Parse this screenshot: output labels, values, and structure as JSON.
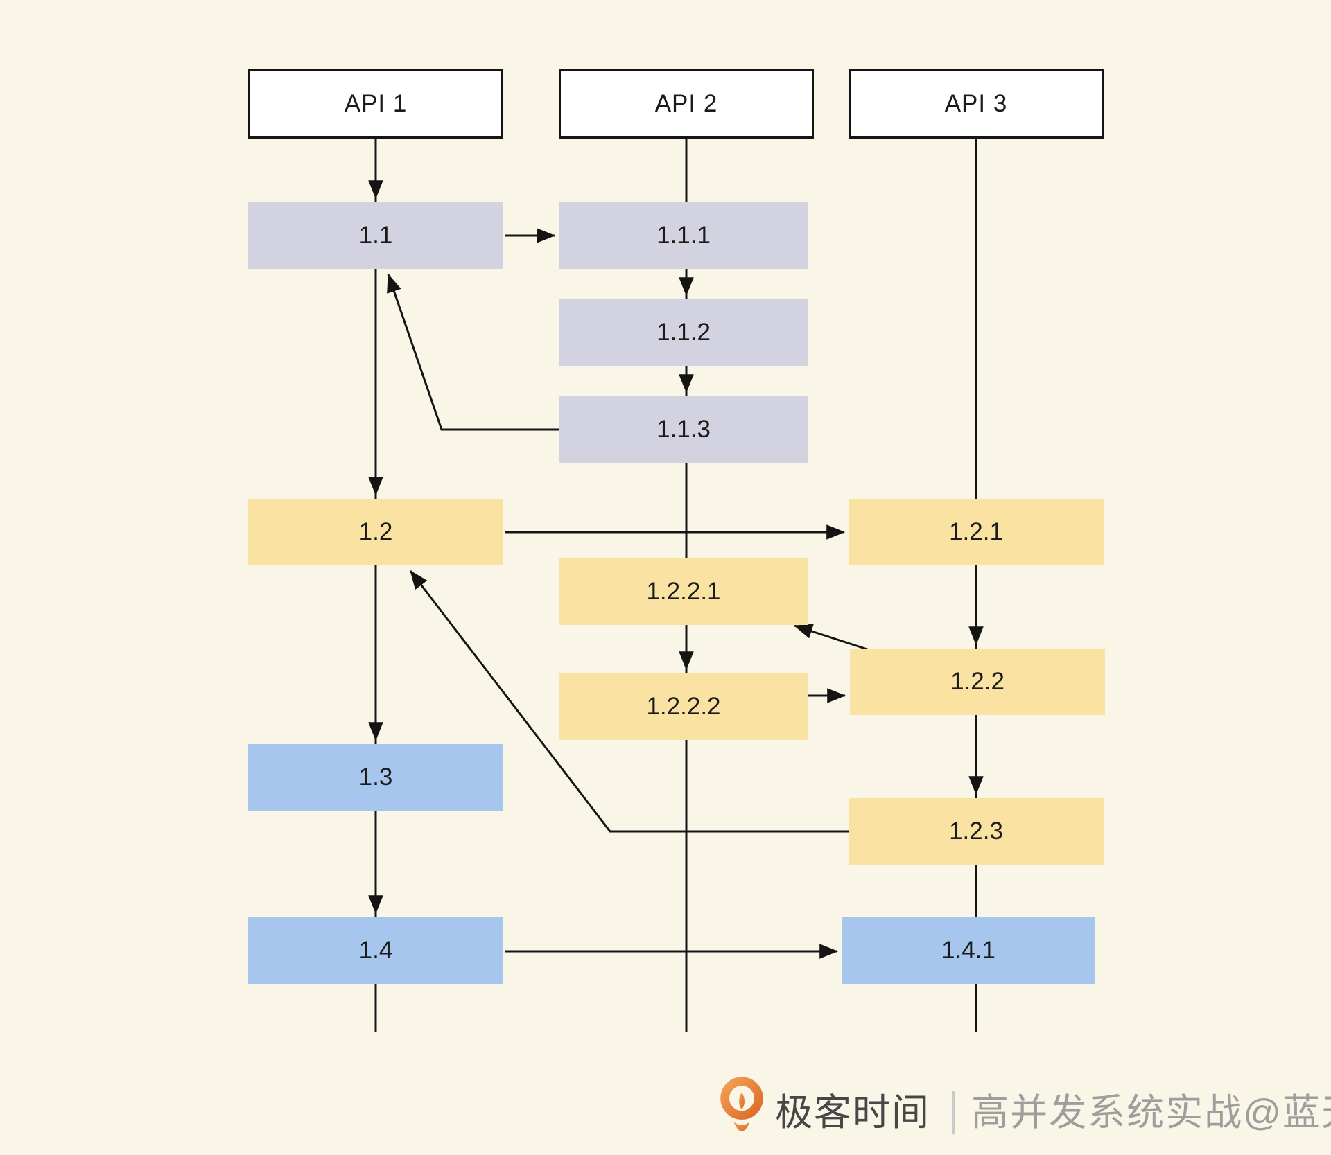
{
  "diagram": {
    "title_hint": "API call fan-out sequence diagram",
    "lanes": [
      {
        "label": "API 1"
      },
      {
        "label": "API 2"
      },
      {
        "label": "API 3"
      }
    ],
    "nodes": {
      "n11": {
        "label": "1.1",
        "lane": "API 1",
        "color_group": "lavender"
      },
      "n111": {
        "label": "1.1.1",
        "lane": "API 2",
        "color_group": "lavender"
      },
      "n112": {
        "label": "1.1.2",
        "lane": "API 2",
        "color_group": "lavender"
      },
      "n113": {
        "label": "1.1.3",
        "lane": "API 2",
        "color_group": "lavender"
      },
      "n12": {
        "label": "1.2",
        "lane": "API 1",
        "color_group": "yellow"
      },
      "n121": {
        "label": "1.2.1",
        "lane": "API 3",
        "color_group": "yellow"
      },
      "n1221": {
        "label": "1.2.2.1",
        "lane": "API 2",
        "color_group": "yellow"
      },
      "n122": {
        "label": "1.2.2",
        "lane": "API 3",
        "color_group": "yellow"
      },
      "n1222": {
        "label": "1.2.2.2",
        "lane": "API 2",
        "color_group": "yellow"
      },
      "n13": {
        "label": "1.3",
        "lane": "API 1",
        "color_group": "blue"
      },
      "n123": {
        "label": "1.2.3",
        "lane": "API 3",
        "color_group": "yellow"
      },
      "n14": {
        "label": "1.4",
        "lane": "API 1",
        "color_group": "blue"
      },
      "n141": {
        "label": "1.4.1",
        "lane": "API 3",
        "color_group": "blue"
      }
    },
    "edges": [
      {
        "from": "API 1",
        "to": "1.1"
      },
      {
        "from": "1.1",
        "to": "1.1.1"
      },
      {
        "from": "1.1.1",
        "to": "1.1.2"
      },
      {
        "from": "1.1.2",
        "to": "1.1.3"
      },
      {
        "from": "1.1.3",
        "to": "1.1"
      },
      {
        "from": "1.1",
        "to": "1.2"
      },
      {
        "from": "1.2",
        "to": "1.2.1"
      },
      {
        "from": "1.2.1",
        "to": "1.2.2"
      },
      {
        "from": "1.2.2",
        "to": "1.2.2.1"
      },
      {
        "from": "1.2.2.1",
        "to": "1.2.2.2"
      },
      {
        "from": "1.2.2.2",
        "to": "1.2.2"
      },
      {
        "from": "1.2.2",
        "to": "1.2.3"
      },
      {
        "from": "1.2.3",
        "to": "1.2"
      },
      {
        "from": "1.2",
        "to": "1.3"
      },
      {
        "from": "1.3",
        "to": "1.4"
      },
      {
        "from": "1.4",
        "to": "1.4.1"
      }
    ],
    "colors": {
      "background": "#f9f6e7",
      "lavender_node": "#d2d2e0",
      "yellow_node": "#fae2a2",
      "blue_node": "#a7c6ee",
      "header_fill": "#ffffff",
      "line": "#141414",
      "logo_orange": "#e07b33"
    }
  },
  "watermark": {
    "brand": "极客时间",
    "divider_glyph": "|",
    "credit": "高并发系统实战@蓝天"
  }
}
